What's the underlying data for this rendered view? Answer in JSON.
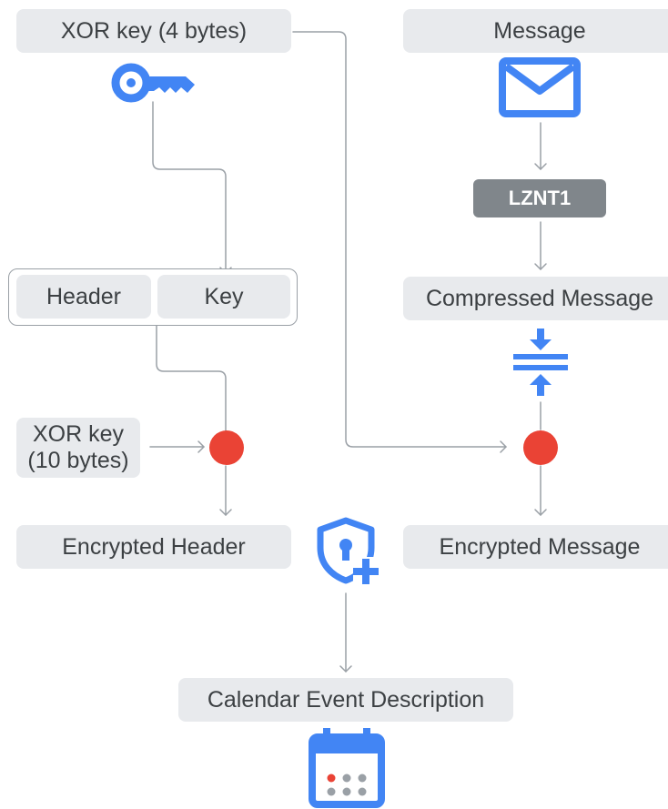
{
  "labels": {
    "xor_key_4": "XOR key (4 bytes)",
    "message": "Message",
    "lznt1": "LZNT1",
    "header": "Header",
    "key": "Key",
    "compressed_message": "Compressed Message",
    "xor_key_10": "XOR key\n(10 bytes)",
    "encrypted_header": "Encrypted Header",
    "encrypted_message": "Encrypted Message",
    "calendar_event_description": "Calendar Event Description"
  },
  "icons": {
    "key": "key-icon",
    "message": "mail-icon",
    "compress": "compress-icon",
    "security": "shield-lock-add-icon",
    "calendar": "calendar-icon"
  },
  "colors": {
    "box_fill": "#e8eaed",
    "dark_box_fill": "#80868b",
    "icon_blue": "#4285f4",
    "xor_dot": "#ea4335",
    "connector": "#9aa0a6"
  }
}
